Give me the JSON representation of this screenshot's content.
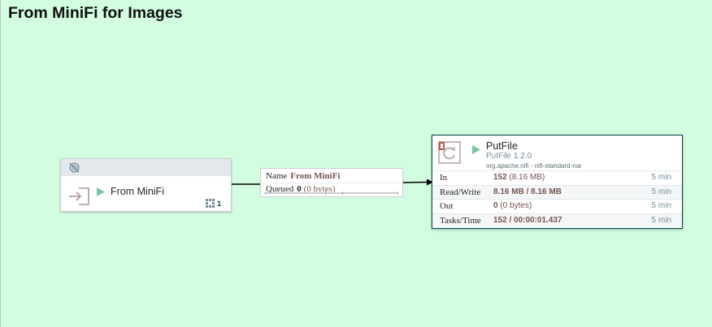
{
  "group_title": "From MiniFi for Images",
  "input_port": {
    "name": "From MiniFi",
    "remote_count": "1",
    "header_icon": "transmission-disabled-icon",
    "port_icon": "input-port-icon",
    "run_icon": "play-icon"
  },
  "connection": {
    "name_label": "Name",
    "name_value": "From MiniFi",
    "queued_label": "Queued",
    "queued_count": "0",
    "queued_size": "(0 bytes)"
  },
  "processor": {
    "name": "PutFile",
    "type": "PutFile 1.2.0",
    "bundle": "org.apache.nifi - nifi-standard-nar",
    "stats": [
      {
        "label": "In",
        "value": "152",
        "sub": "(8.16 MB)",
        "time": "5 min"
      },
      {
        "label": "Read/Write",
        "value": "8.16 MB / 8.16 MB",
        "sub": "",
        "time": "5 min"
      },
      {
        "label": "Out",
        "value": "0",
        "sub": "(0 bytes)",
        "time": "5 min"
      },
      {
        "label": "Tasks/Time",
        "value": "152 / 00:00:01.437",
        "sub": "",
        "time": "5 min"
      }
    ]
  },
  "colors": {
    "canvas": "#d3fde1",
    "accent": "#775351",
    "run_green": "#7dc7a0",
    "muted": "#728e9b"
  }
}
